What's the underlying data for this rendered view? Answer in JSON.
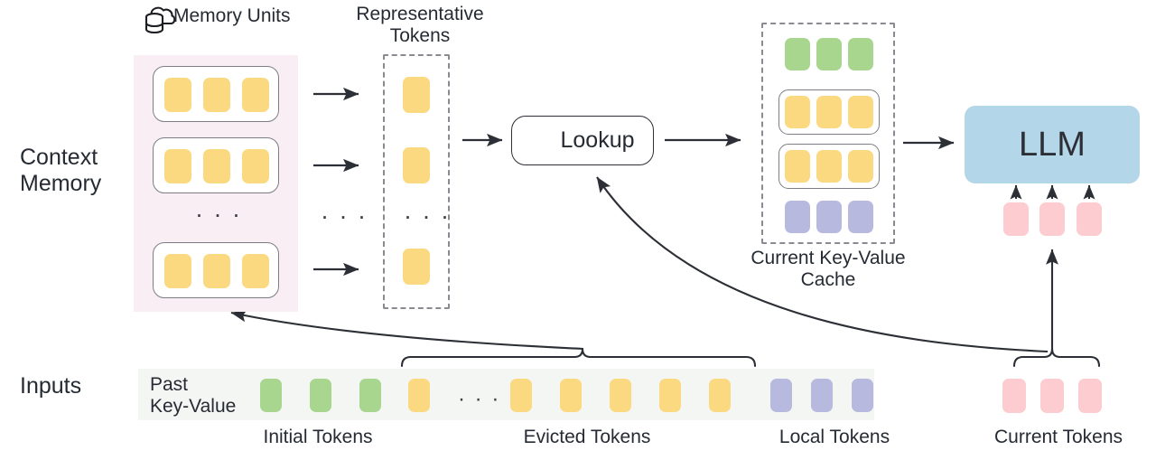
{
  "diagram": {
    "title_labels": {
      "context_memory": "Context\nMemory",
      "inputs": "Inputs",
      "memory_units": "Memory Units",
      "representative_tokens": "Representative\nTokens",
      "lookup": "Lookup",
      "current_kv_cache": "Current Key-Value\nCache",
      "llm": "LLM",
      "past_key_value": "Past\nKey-Value"
    },
    "bottom_group_labels": {
      "initial": "Initial Tokens",
      "evicted": "Evicted Tokens",
      "local": "Local Tokens",
      "current": "Current Tokens"
    },
    "ellipsis": "· · ·",
    "icons": {
      "cloud_database": "cloud-database-icon",
      "search": "search-icon"
    },
    "colors": {
      "token_yellow": "#fbd980",
      "token_green": "#a9d68e",
      "token_purple": "#b7b9de",
      "token_pink": "#fcccd0",
      "llm_blue": "#b3d6e8",
      "context_memory_pink_bg": "#faeef5",
      "inputs_strip_bg": "#f4f6f4",
      "stroke_dark": "#2c2f36",
      "stroke_gray": "#7d7d85",
      "dashed_gray": "#8a8a92"
    },
    "context_memory": {
      "memory_units": [
        {
          "tokens": [
            "yellow",
            "yellow",
            "yellow"
          ]
        },
        {
          "tokens": [
            "yellow",
            "yellow",
            "yellow"
          ]
        },
        {
          "tokens": [
            "yellow",
            "yellow",
            "yellow"
          ]
        }
      ],
      "unit_count_shown": 3,
      "has_ellipsis_between": true
    },
    "representative_tokens": {
      "tokens": [
        "yellow",
        "yellow",
        "yellow"
      ],
      "has_ellipsis_between": true
    },
    "kv_cache": {
      "rows": [
        {
          "tokens": [
            "green",
            "green",
            "green"
          ],
          "boxed": false
        },
        {
          "tokens": [
            "yellow",
            "yellow",
            "yellow"
          ],
          "boxed": true
        },
        {
          "tokens": [
            "yellow",
            "yellow",
            "yellow"
          ],
          "boxed": true
        },
        {
          "tokens": [
            "purple",
            "purple",
            "purple"
          ],
          "boxed": false
        }
      ]
    },
    "llm_inputs": {
      "tokens": [
        "pink",
        "pink",
        "pink"
      ]
    },
    "inputs_sequence": {
      "initial": [
        "green",
        "green",
        "green"
      ],
      "evicted_head": [
        "yellow"
      ],
      "evicted_tail": [
        "yellow",
        "yellow",
        "yellow",
        "yellow",
        "yellow"
      ],
      "local": [
        "purple",
        "purple",
        "purple"
      ],
      "current": [
        "pink",
        "pink",
        "pink"
      ]
    }
  }
}
